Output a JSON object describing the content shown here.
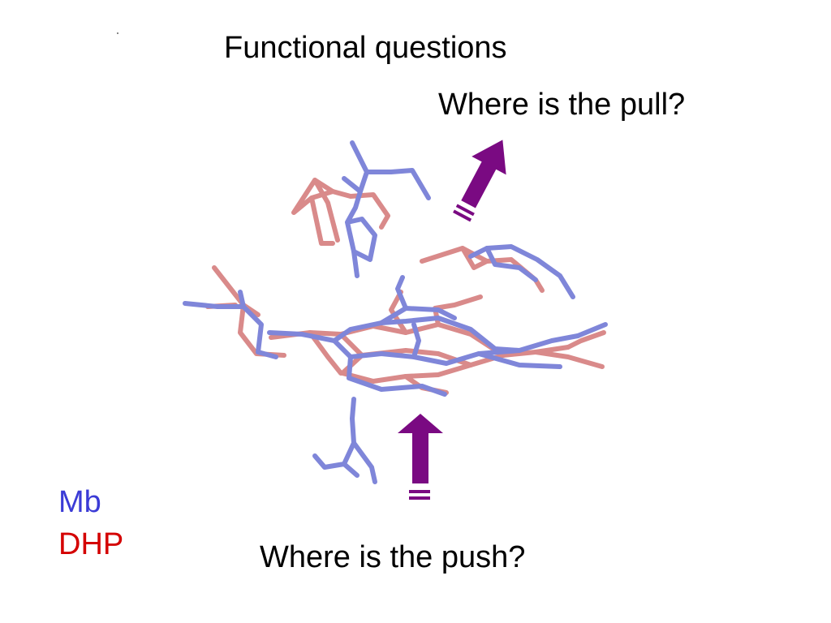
{
  "slide": {
    "title": "Functional questions",
    "pull_question": "Where is the pull?",
    "push_question": "Where is the push?"
  },
  "legend": {
    "items": [
      {
        "label": "Mb",
        "color": "#3b3bd6"
      },
      {
        "label": "DHP",
        "color": "#d40000"
      }
    ]
  },
  "colors": {
    "mb_structure": "#7f86d9",
    "dhp_structure": "#d98a8a",
    "arrow": "#7a0a82"
  }
}
